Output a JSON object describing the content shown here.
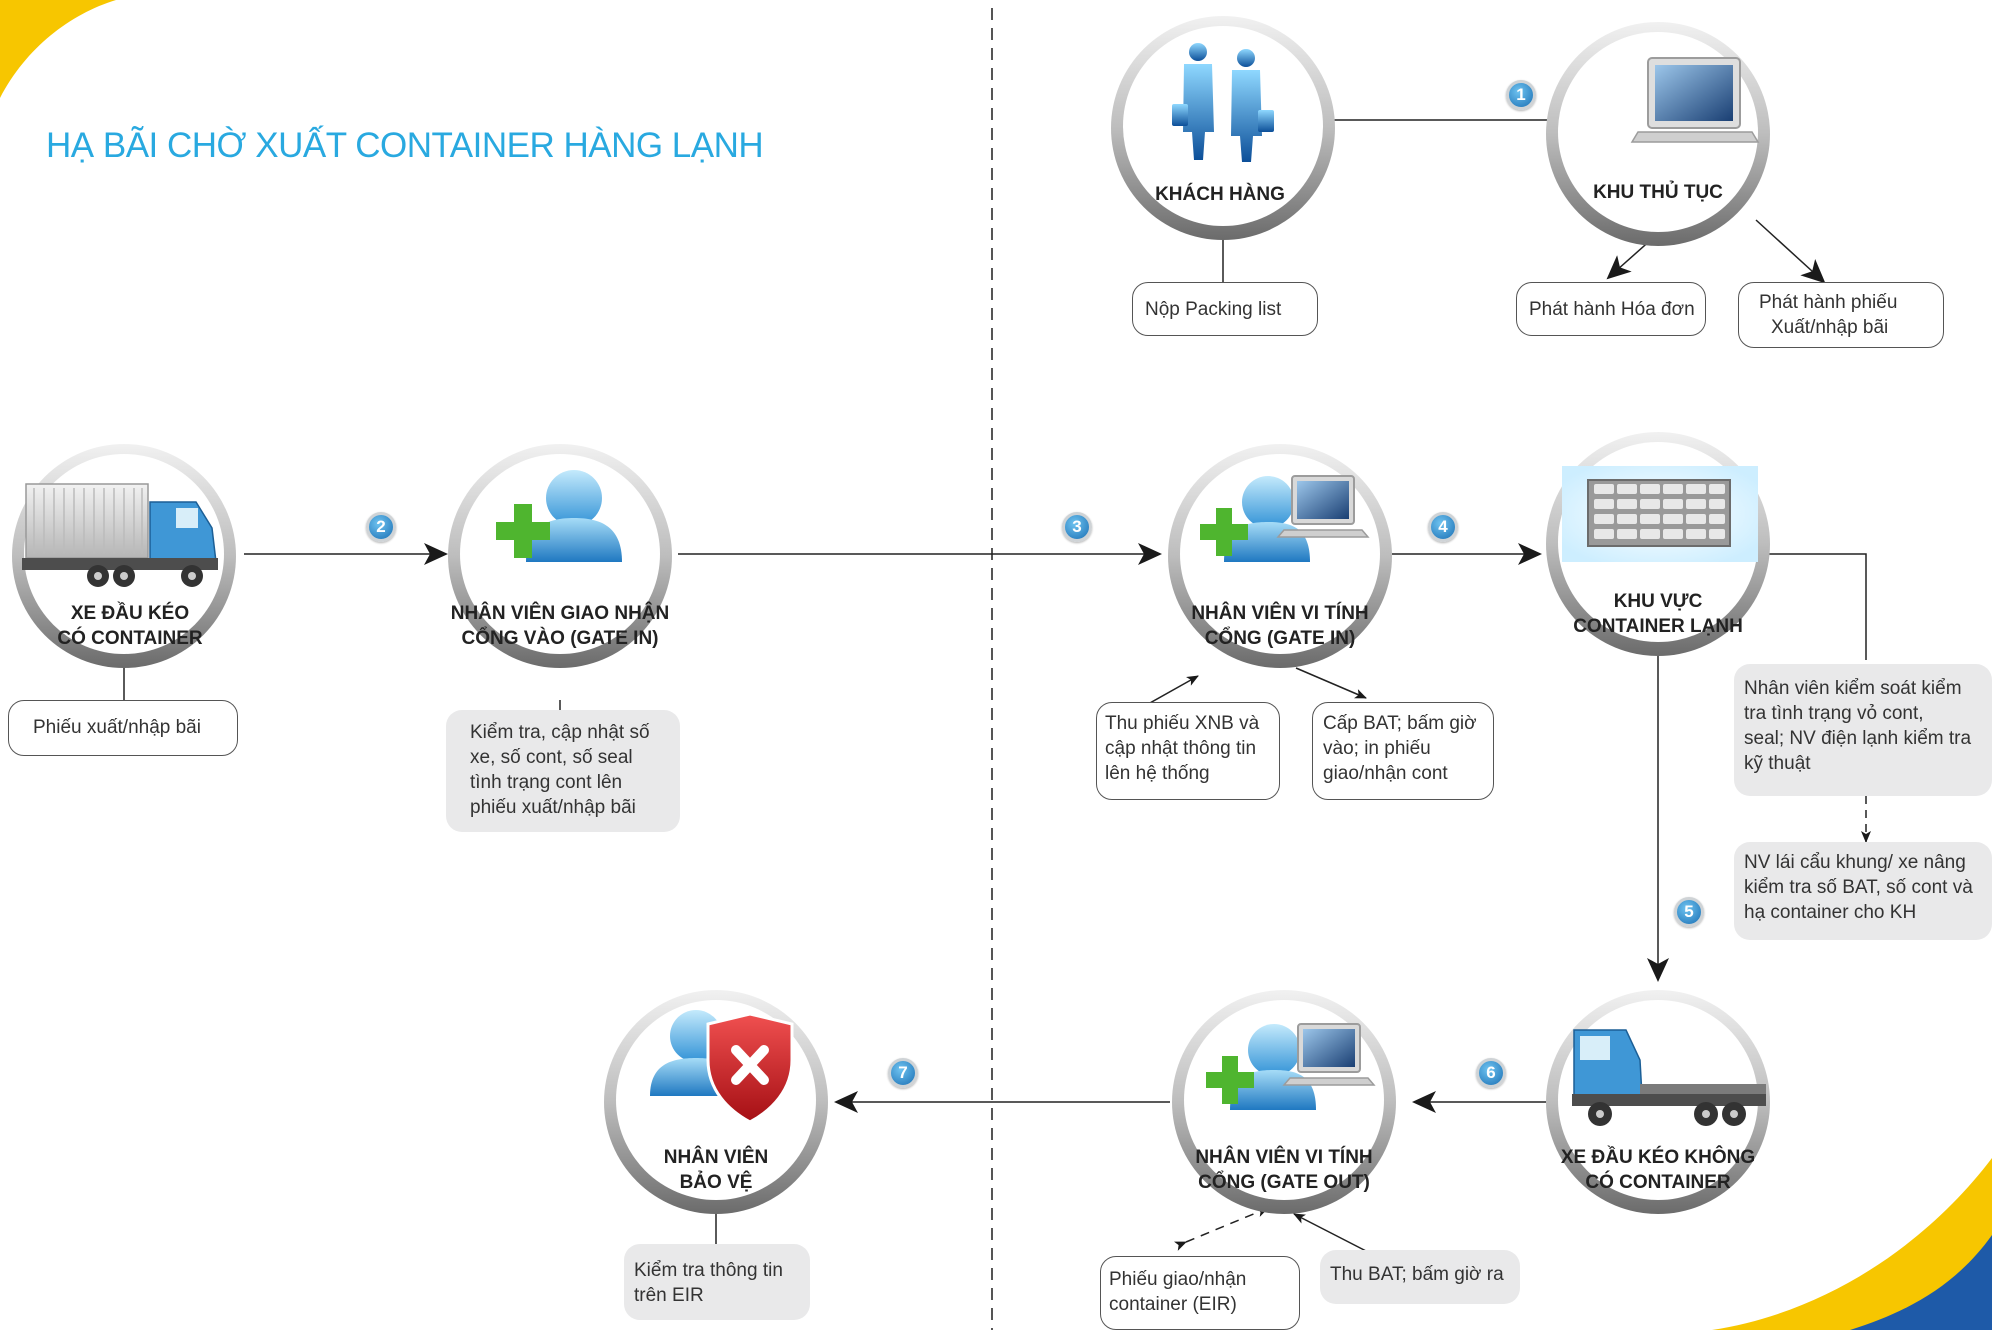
{
  "title": "HẠ BÃI CHỜ XUẤT CONTAINER HÀNG LẠNH",
  "colors": {
    "accent": "#29a9e0",
    "corner_yellow": "#f7c600",
    "corner_blue": "#1e5aa8"
  },
  "nodes": {
    "khach_hang": {
      "icon": "business-people-icon",
      "lines": [
        "KHÁCH HÀNG"
      ]
    },
    "khu_thu_tuc": {
      "icon": "laptop-icon",
      "lines": [
        "KHU THỦ TỤC"
      ]
    },
    "xe_co_container": {
      "icon": "container-truck-icon",
      "lines": [
        "XE ĐẦU KÉO",
        "CÓ CONTAINER"
      ]
    },
    "nv_giao_nhan": {
      "icon": "user-add-icon",
      "lines": [
        "NHÂN VIÊN GIAO NHẬN",
        "CỔNG VÀO (GATE IN)"
      ]
    },
    "nv_vi_tinh_in": {
      "icon": "user-computer-icon",
      "lines": [
        "NHÂN VIÊN VI TÍNH",
        "CỔNG (GATE IN)"
      ]
    },
    "khu_vuc_lanh": {
      "icon": "reefer-container-icon",
      "lines": [
        "KHU VỰC",
        "CONTAINER LẠNH"
      ]
    },
    "xe_khong_container": {
      "icon": "empty-truck-icon",
      "lines": [
        "XE ĐẦU KÉO KHÔNG",
        "CÓ CONTAINER"
      ]
    },
    "nv_vi_tinh_out": {
      "icon": "user-computer-icon",
      "lines": [
        "NHÂN VIÊN VI TÍNH",
        "CỔNG (GATE OUT)"
      ]
    },
    "nv_bao_ve": {
      "icon": "user-shield-icon",
      "lines": [
        "NHÂN VIÊN",
        "BẢO VỆ"
      ]
    }
  },
  "notes": {
    "nop_packing": [
      "Nộp Packing list"
    ],
    "phat_hanh_hoa_don": [
      "Phát hành Hóa đơn"
    ],
    "phat_hanh_phieu": [
      "Phát hành phiếu",
      "Xuất/nhập bãi"
    ],
    "phieu_xuat_nhap": [
      "Phiếu xuất/nhập bãi"
    ],
    "kiem_tra_cap_nhat": [
      "Kiểm tra, cập nhật số",
      "xe, số cont, số seal",
      "tình trạng cont lên",
      "phiếu xuất/nhập bãi"
    ],
    "thu_phieu_xnb": [
      "Thu phiếu XNB và",
      "cập nhật thông tin",
      "lên hệ thống"
    ],
    "cap_bat": [
      "Cấp BAT;  bấm giờ",
      "vào;  in phiếu",
      "giao/nhận cont"
    ],
    "nv_kiem_soat": [
      "Nhân viên kiểm soát kiểm",
      "tra tình trạng  vỏ cont,",
      "seal; NV điện lạnh kiểm tra",
      "kỹ thuật"
    ],
    "nv_lai_cau": [
      "NV lái cẩu khung/ xe nâng",
      "kiểm tra số BAT, số cont và",
      "hạ container cho KH"
    ],
    "phieu_giao_nhan": [
      "Phiếu giao/nhận",
      "container (EIR)"
    ],
    "thu_bat": [
      "Thu BAT; bấm giờ ra"
    ],
    "kiem_tra_eir": [
      "Kiểm tra thông tin",
      "trên EIR"
    ]
  },
  "steps": [
    "1",
    "2",
    "3",
    "4",
    "5",
    "6",
    "7"
  ]
}
